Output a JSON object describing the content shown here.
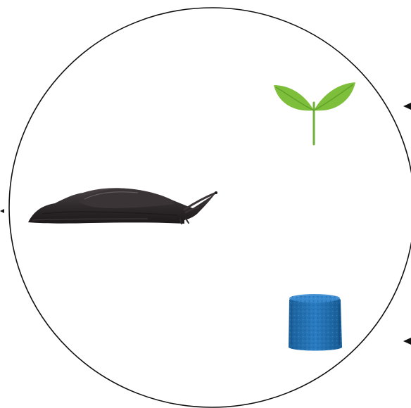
{
  "scene": {
    "background": "#ffffff",
    "boundary_color": "#111111",
    "arrow_color": "#111111",
    "items": [
      {
        "name": "seedling",
        "colors": {
          "leaf": "#7dbf3b",
          "leaf_dark": "#5fa22a",
          "stem": "#6fb03a"
        }
      },
      {
        "name": "slug",
        "colors": {
          "body": "#2f2a2b",
          "mantle": "#3b3436",
          "shade": "#1d191a",
          "sheen": "#6b6466"
        }
      },
      {
        "name": "slug-pellet",
        "colors": {
          "main": "#1f6fb0",
          "top": "#3a8bd0",
          "shade": "#16558a"
        }
      }
    ],
    "arrows": [
      {
        "name": "arrow-left-edge",
        "direction": "left"
      },
      {
        "name": "arrow-right-upper",
        "direction": "left"
      },
      {
        "name": "arrow-right-lower",
        "direction": "left"
      }
    ]
  }
}
